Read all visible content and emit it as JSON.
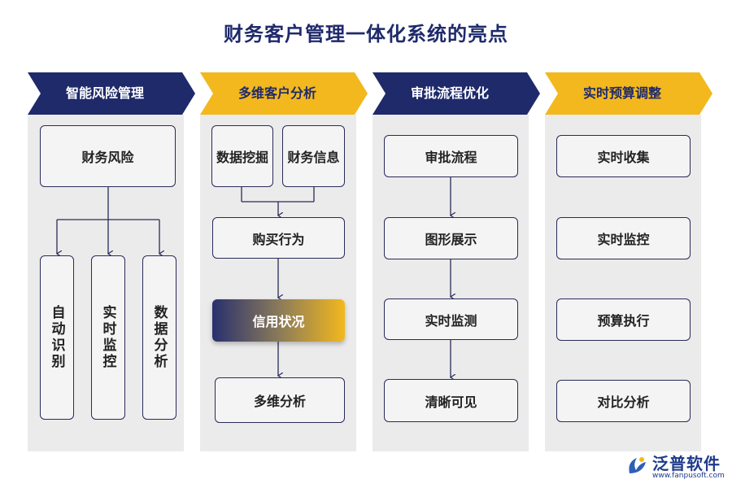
{
  "title": "财务客户管理一体化系统的亮点",
  "columns": [
    {
      "heading": "智能风险管理",
      "boxes": [
        "财务风险",
        "自动识别",
        "实时监控",
        "数据分析"
      ]
    },
    {
      "heading": "多维客户分析",
      "boxes": [
        "数据挖掘",
        "财务信息",
        "购买行为",
        "信用状况",
        "多维分析"
      ]
    },
    {
      "heading": "审批流程优化",
      "boxes": [
        "审批流程",
        "图形展示",
        "实时监测",
        "清晰可见"
      ]
    },
    {
      "heading": "实时预算调整",
      "boxes": [
        "实时收集",
        "实时监控",
        "预算执行",
        "对比分析"
      ]
    }
  ],
  "colors": {
    "navy": "#1f2a6b",
    "gold": "#f2b81e",
    "panel": "#ebebeb"
  },
  "logo": {
    "name": "泛普软件",
    "url": "www.fanpusoft.com",
    "icon": "fanpu-logo-icon"
  }
}
